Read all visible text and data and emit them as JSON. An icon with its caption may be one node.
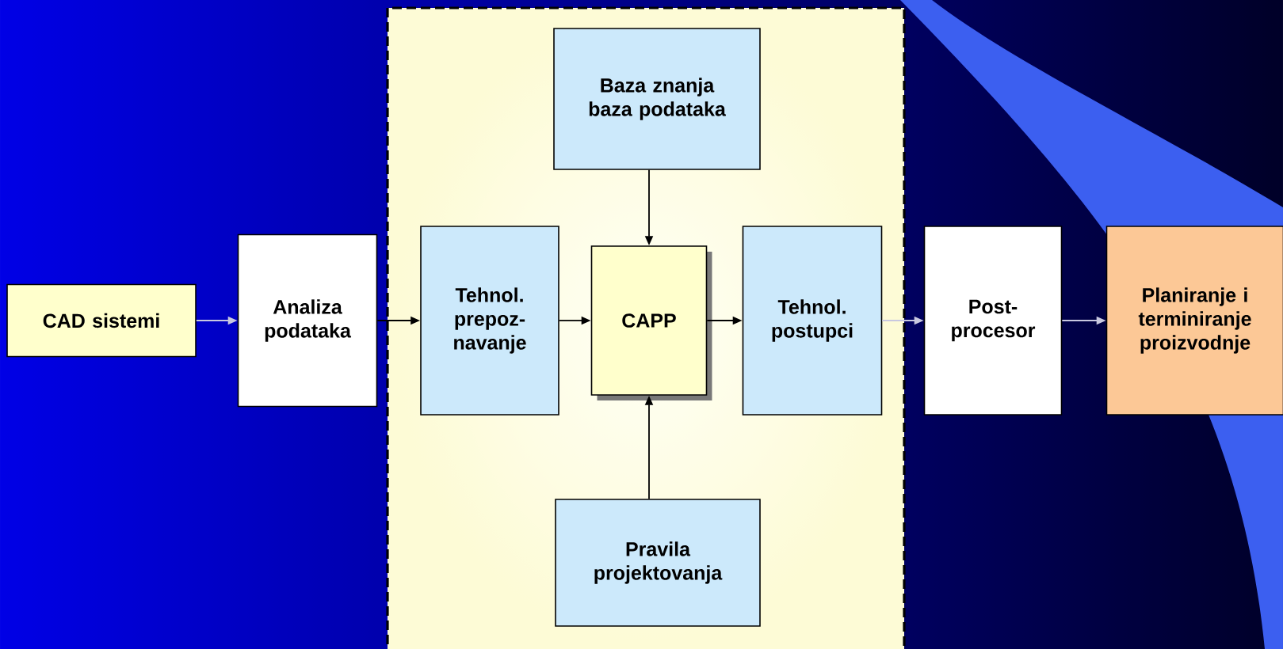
{
  "diagram": {
    "nodes": [
      {
        "text": [],
        "shape": "box"
      },
      {
        "text": [
          "Baza znanja baza podataka"
        ],
        "in": 0
      },
      {
        "text": [
          "CAD sistemi"
        ]
      },
      {
        "text": [
          "Analiza podataka"
        ]
      },
      {
        "text": [
          "Tehnol. prepoz-navanje"
        ],
        "in": 0
      },
      {
        "text": [
          "CAPP"
        ],
        "in": 0
      },
      {
        "text": [
          "Tehnol. postupci"
        ],
        "in": 0
      },
      {
        "text": [
          "Post-procesor"
        ]
      },
      {
        "text": [
          "Planiranje i terminiranje proizvodnje"
        ]
      },
      {
        "text": [
          "Pravila projektovanja"
        ],
        "in": 0
      }
    ],
    "edges": [
      {
        "from": 2,
        "to": 3,
        "arrow": "to",
        "color": "#c8c8e0"
      },
      {
        "from": 3,
        "to": 4,
        "arrow": "to"
      },
      {
        "from": 4,
        "to": 5,
        "arrow": "to"
      },
      {
        "from": 1,
        "to": 5,
        "arrow": "to"
      },
      {
        "from": 9,
        "to": 5,
        "arrow": "to"
      },
      {
        "from": 5,
        "to": 6,
        "arrow": "to"
      },
      {
        "from": 6,
        "to": 7,
        "arrow": "to",
        "color": "#c8c8e0"
      },
      {
        "from": 7,
        "to": 8,
        "arrow": "to",
        "color": "#c8c8e0"
      }
    ]
  }
}
